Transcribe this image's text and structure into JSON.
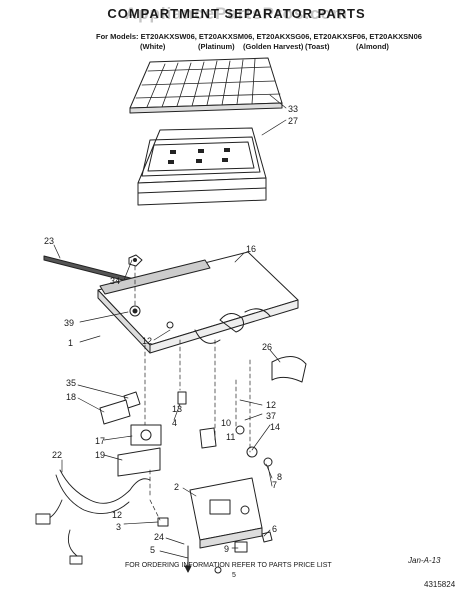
{
  "watermark": "AppliancePartsPros.com",
  "title": "COMPARTMENT SEPARATOR PARTS",
  "models_line": "For Models: ET20AKXSW06, ET20AKXSM06, ET20AKXSG06, ET20AKXSF06, ET20AKXSN06",
  "colors": [
    "(White)",
    "(Platinum)",
    "(Golden Harvest)",
    "(Toast)",
    "(Almond)"
  ],
  "part_labels": [
    "33",
    "27",
    "23",
    "16",
    "34",
    "39",
    "1",
    "12",
    "26",
    "35",
    "18",
    "13",
    "4",
    "12",
    "37",
    "10",
    "11",
    "14",
    "17",
    "19",
    "22",
    "7",
    "8",
    "2",
    "12",
    "3",
    "24",
    "6",
    "5",
    "9"
  ],
  "footer": {
    "ordering_note": "FOR ORDERING INFORMATION REFER TO PARTS PRICE LIST",
    "page_number": "5",
    "doc_code": "4315824",
    "handwritten": "Jan-A-13"
  }
}
